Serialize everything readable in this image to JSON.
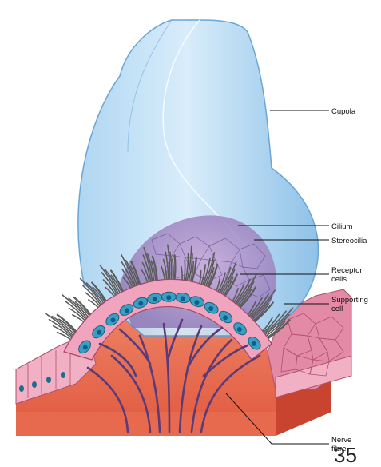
{
  "labels": {
    "cupola": "Cupola",
    "cilium": "Cilium",
    "stereocilia": "Stereocilia",
    "receptor_cells_line1": "Receptor",
    "receptor_cells_line2": "cells",
    "supporting_cell_line1": "Supporting",
    "supporting_cell_line2": "cell",
    "nerve_fibre_line1": "Nerve",
    "nerve_fibre_line2": "fibre"
  },
  "page_number": "35",
  "colors": {
    "cupola": "#8fc3ea",
    "cupola_edge": "#5d9fd4",
    "epithelium": "#e89ab2",
    "connective_tissue": "#e8705a",
    "receptor_cell": "#3a9fc4",
    "nucleus": "#0d5f86",
    "nerve": "#5a3a78",
    "hair": "#6a6a6a"
  }
}
